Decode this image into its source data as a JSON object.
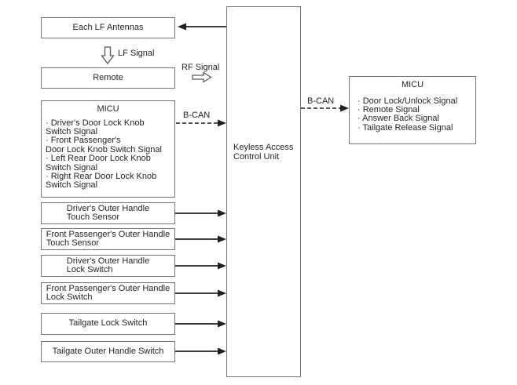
{
  "diagram": {
    "nodes": {
      "each_lf_antennas": {
        "label": "Each LF Antennas"
      },
      "remote": {
        "label": "Remote"
      },
      "micu_left": {
        "title": "MICU",
        "items": [
          "· Driver's Door Lock Knob\nSwitch Signal",
          "· Front Passenger's\nDoor Lock Knob Switch Signal",
          "· Left Rear Door Lock Knob\nSwitch Signal",
          "· Right Rear Door Lock Knob\nSwitch Signal"
        ]
      },
      "driver_touch_sensor": {
        "label": "Driver's Outer Handle\nTouch Sensor"
      },
      "front_passenger_touch_sensor": {
        "label": "Front Passenger's Outer Handle\nTouch Sensor"
      },
      "driver_lock_switch": {
        "label": "Driver's Outer Handle\nLock Switch"
      },
      "front_passenger_lock_switch": {
        "label": "Front Passenger's Outer Handle\nLock Switch"
      },
      "tailgate_lock_switch": {
        "label": "Tailgate Lock Switch"
      },
      "tailgate_outer_handle_switch": {
        "label": "Tailgate Outer Handle Switch"
      },
      "keyless_access_control_unit": {
        "label": "Keyless Access\nControl Unit"
      },
      "micu_right": {
        "title": "MICU",
        "items": [
          "· Door Lock/Unlock Signal",
          "· Remote Signal",
          "· Answer Back Signal",
          "· Tailgate Release Signal"
        ]
      }
    },
    "signal_labels": {
      "lf": "LF Signal",
      "rf": "RF Signal",
      "b_can_left": "B-CAN",
      "b_can_right": "B-CAN"
    },
    "colors": {
      "box_border": "#757575",
      "line": "#231f20",
      "text": "#231f20",
      "hollow_arrow_stroke": "#595959"
    }
  }
}
